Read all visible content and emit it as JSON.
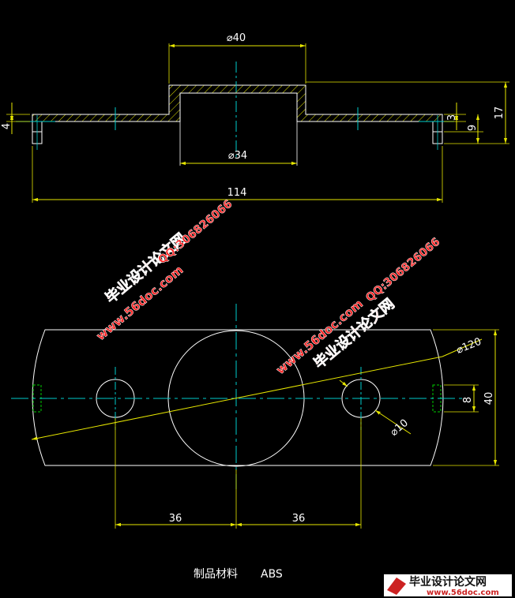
{
  "top_view": {
    "dim_outer_diameter": "⌀40",
    "dim_inner_diameter": "⌀34",
    "dim_total_length": "114",
    "dim_flange_left": "4",
    "dim_flange_right": "3",
    "dim_slot_height": "9",
    "dim_total_height": "17"
  },
  "bottom_view": {
    "dim_large_diameter": "⌀120",
    "dim_hole_diameter": "⌀10",
    "dim_slot_width": "8",
    "dim_total_height": "40",
    "dim_left_spacing": "36",
    "dim_right_spacing": "36"
  },
  "material": {
    "label": "制品材料",
    "value": "ABS"
  },
  "watermarks": {
    "site_name": "毕业设计论文网",
    "site_url": "www.56doc.com",
    "qq": "QQ:306826066",
    "footer_name": "毕业设计论文网",
    "footer_url": "www.56doc.com"
  },
  "colors": {
    "outline": "#ffffff",
    "centerline": "#00cccc",
    "dimension": "#e6e600",
    "hatch": "#e6e600",
    "hidden": "#00cc00",
    "watermark": "#ff2020"
  }
}
